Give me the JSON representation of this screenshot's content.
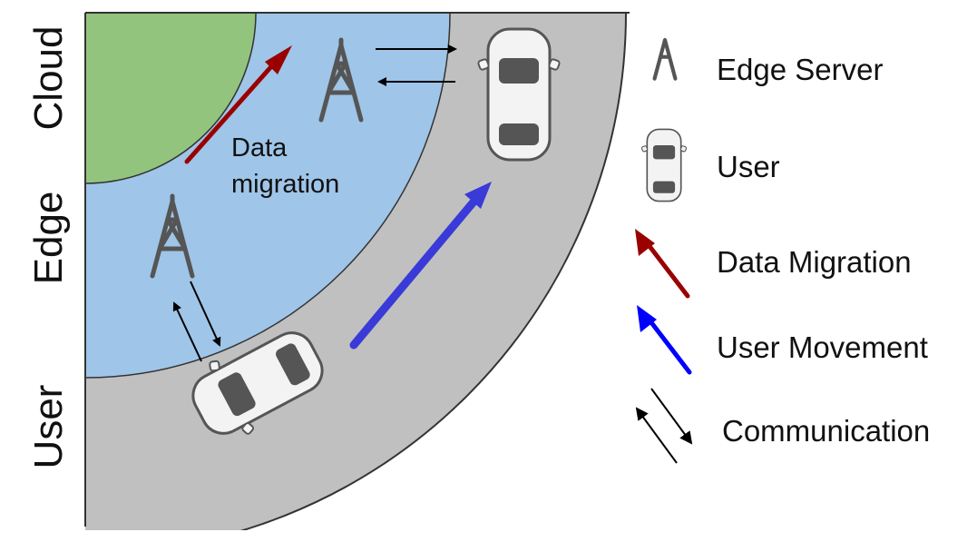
{
  "layers": {
    "cloud": "Cloud",
    "edge": "Edge",
    "user": "User"
  },
  "annotation": {
    "line1": "Data",
    "line2": "migration"
  },
  "legend": {
    "edge_server": "Edge Server",
    "user": "User",
    "data_migration": "Data Migration",
    "user_movement": "User Movement",
    "communication": "Communication"
  },
  "colors": {
    "cloud_region": "#93c47d",
    "edge_region": "#9fc5e8",
    "user_region": "#c0c0c0",
    "region_border": "#333333",
    "tower": "#555555",
    "car_body": "#f3f3f3",
    "car_window": "#555555",
    "data_migration_arrow": "#990000",
    "user_movement_arrow": "#0000ff",
    "communication_arrow": "#000000"
  },
  "icons": {
    "edge_server": "radio-tower-icon",
    "user": "car-icon"
  }
}
